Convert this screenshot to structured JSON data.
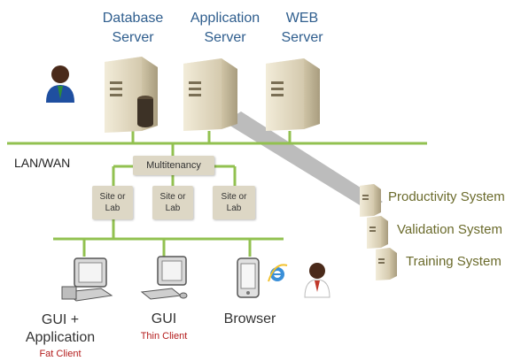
{
  "servers": [
    {
      "line1": "Database",
      "line2": "Server"
    },
    {
      "line1": "Application",
      "line2": "Server"
    },
    {
      "line1": "WEB",
      "line2": "Server"
    }
  ],
  "network_label": "LAN/WAN",
  "multitenancy_label": "Multitenancy",
  "sites": [
    {
      "line1": "Site or",
      "line2": "Lab"
    },
    {
      "line1": "Site or",
      "line2": "Lab"
    },
    {
      "line1": "Site or",
      "line2": "Lab"
    }
  ],
  "systems": [
    "Productivity System",
    "Validation System",
    "Training System"
  ],
  "clients": [
    {
      "line1": "GUI +",
      "line2": "Application",
      "sub": "Fat Client"
    },
    {
      "line1": "GUI",
      "line2": "",
      "sub": "Thin Client"
    },
    {
      "line1": "Browser",
      "line2": "",
      "sub": ""
    }
  ],
  "colors": {
    "network_line": "#92c150",
    "server_label": "#2f5e8e",
    "system_label": "#6b6b2c",
    "client_sub": "#b31b1b",
    "site_box": "#ddd7c5"
  }
}
